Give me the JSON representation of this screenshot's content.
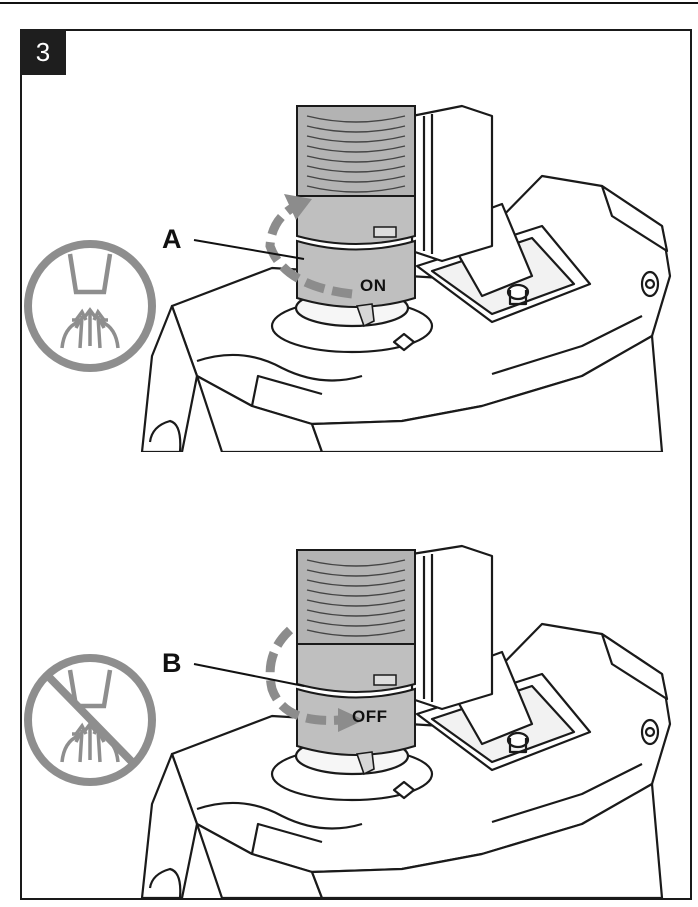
{
  "step": {
    "number": "3"
  },
  "panels": [
    {
      "callout": "A",
      "ring_label": "ON"
    },
    {
      "callout": "B",
      "ring_label": "OFF"
    }
  ],
  "colors": {
    "ink": "#111111",
    "arrow_gray": "#8c8c8c",
    "pictogram_gray": "#8e8e8e",
    "hose_gray": "#b3b3b3",
    "collar_gray": "#bfbfbf",
    "body_white": "#ffffff"
  },
  "icons": {
    "suction_on": "suction-on-icon",
    "suction_off": "suction-off-icon",
    "rotate_open": "rotate-arrow-icon",
    "rotate_close": "rotate-arrow-icon"
  }
}
